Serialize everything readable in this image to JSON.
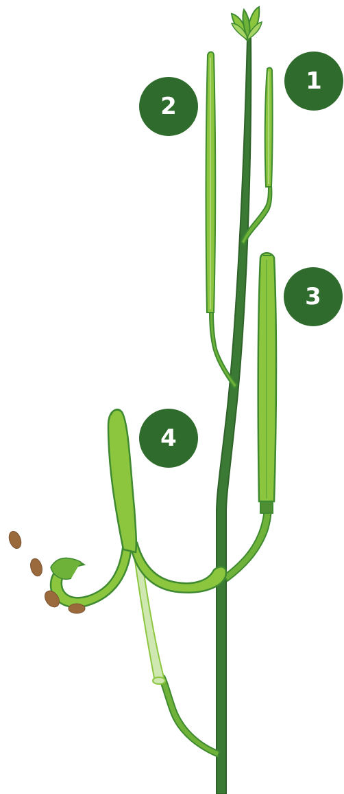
{
  "colors": {
    "stem_dark": "#3b7a35",
    "stem_outline": "#2e6229",
    "pod_light": "#8cc63f",
    "pod_mid": "#6fb23a",
    "pod_outline": "#3f8a30",
    "pod_pale": "#b9dd8c",
    "septum": "#cfe7b0",
    "seed": "#9a6a3c",
    "seed_outline": "#7a5230",
    "badge": "#2f6b2d"
  },
  "labels": {
    "stage1": "1",
    "stage2": "2",
    "stage3": "3",
    "stage4": "4"
  }
}
